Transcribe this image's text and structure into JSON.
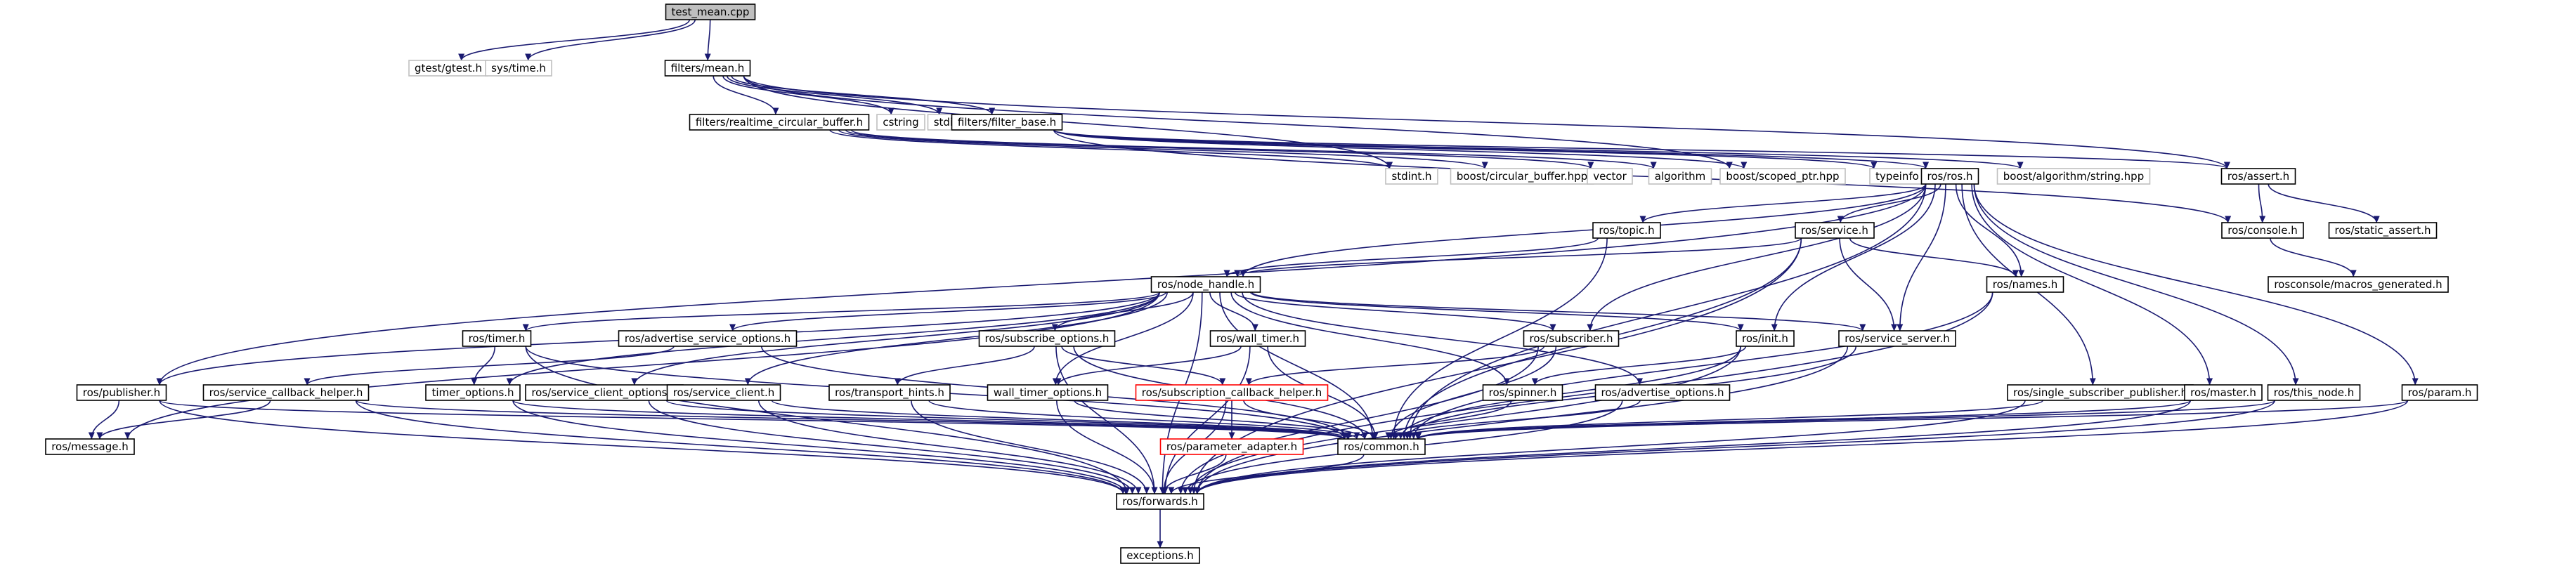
{
  "colors": {
    "edge": "#191970",
    "arrow_head": "#191970",
    "root_fill": "#bfbfbf",
    "node_fill": "#ffffff",
    "node_border": "#000000",
    "external_border": "#bfbfbf",
    "truncated_border": "#ff0000",
    "text": "#000000",
    "background": "#ffffff"
  },
  "graph": {
    "nodes": [
      {
        "id": "n_test_mean",
        "label": "test_mean.cpp",
        "kind": "root"
      },
      {
        "id": "n_gtest",
        "label": "gtest/gtest.h",
        "kind": "external"
      },
      {
        "id": "n_systime",
        "label": "sys/time.h",
        "kind": "external"
      },
      {
        "id": "n_mean",
        "label": "filters/mean.h",
        "kind": "normal"
      },
      {
        "id": "n_rtcb",
        "label": "filters/realtime_circular_buffer.h",
        "kind": "normal"
      },
      {
        "id": "n_cstring",
        "label": "cstring",
        "kind": "external"
      },
      {
        "id": "n_stdio",
        "label": "stdio.h",
        "kind": "external"
      },
      {
        "id": "n_filterbase",
        "label": "filters/filter_base.h",
        "kind": "normal"
      },
      {
        "id": "n_stdint",
        "label": "stdint.h",
        "kind": "external"
      },
      {
        "id": "n_boostcb",
        "label": "boost/circular_buffer.hpp",
        "kind": "external"
      },
      {
        "id": "n_vector",
        "label": "vector",
        "kind": "external"
      },
      {
        "id": "n_algorithm",
        "label": "algorithm",
        "kind": "external"
      },
      {
        "id": "n_boostsp",
        "label": "boost/scoped_ptr.hpp",
        "kind": "external"
      },
      {
        "id": "n_typeinfo",
        "label": "typeinfo",
        "kind": "external"
      },
      {
        "id": "n_ros",
        "label": "ros/ros.h",
        "kind": "normal"
      },
      {
        "id": "n_boostalgo",
        "label": "boost/algorithm/string.hpp",
        "kind": "external"
      },
      {
        "id": "n_assert",
        "label": "ros/assert.h",
        "kind": "normal"
      },
      {
        "id": "n_topic",
        "label": "ros/topic.h",
        "kind": "normal"
      },
      {
        "id": "n_service",
        "label": "ros/service.h",
        "kind": "normal"
      },
      {
        "id": "n_console",
        "label": "ros/console.h",
        "kind": "normal"
      },
      {
        "id": "n_staticassert",
        "label": "ros/static_assert.h",
        "kind": "normal"
      },
      {
        "id": "n_nodehandle",
        "label": "ros/node_handle.h",
        "kind": "normal"
      },
      {
        "id": "n_names",
        "label": "ros/names.h",
        "kind": "normal"
      },
      {
        "id": "n_macros",
        "label": "rosconsole/macros_generated.h",
        "kind": "normal"
      },
      {
        "id": "n_timer",
        "label": "ros/timer.h",
        "kind": "normal"
      },
      {
        "id": "n_adv_srv_opts",
        "label": "ros/advertise_service_options.h",
        "kind": "normal"
      },
      {
        "id": "n_sub_opts",
        "label": "ros/subscribe_options.h",
        "kind": "normal"
      },
      {
        "id": "n_wall_timer",
        "label": "ros/wall_timer.h",
        "kind": "normal"
      },
      {
        "id": "n_subscriber",
        "label": "ros/subscriber.h",
        "kind": "normal"
      },
      {
        "id": "n_init",
        "label": "ros/init.h",
        "kind": "normal"
      },
      {
        "id": "n_service_server",
        "label": "ros/service_server.h",
        "kind": "normal"
      },
      {
        "id": "n_publisher",
        "label": "ros/publisher.h",
        "kind": "normal"
      },
      {
        "id": "n_srv_cb_helper",
        "label": "ros/service_callback_helper.h",
        "kind": "normal"
      },
      {
        "id": "n_timer_opts",
        "label": "timer_options.h",
        "kind": "normal"
      },
      {
        "id": "n_srv_client_opts",
        "label": "ros/service_client_options.h",
        "kind": "normal"
      },
      {
        "id": "n_srv_client",
        "label": "ros/service_client.h",
        "kind": "normal"
      },
      {
        "id": "n_transport_hints",
        "label": "ros/transport_hints.h",
        "kind": "normal"
      },
      {
        "id": "n_wall_timer_opts",
        "label": "wall_timer_options.h",
        "kind": "normal"
      },
      {
        "id": "n_sub_cb_helper",
        "label": "ros/subscription_callback_helper.h",
        "kind": "truncated"
      },
      {
        "id": "n_spinner",
        "label": "ros/spinner.h",
        "kind": "normal"
      },
      {
        "id": "n_adv_opts",
        "label": "ros/advertise_options.h",
        "kind": "normal"
      },
      {
        "id": "n_single_sub_pub",
        "label": "ros/single_subscriber_publisher.h",
        "kind": "normal"
      },
      {
        "id": "n_master",
        "label": "ros/master.h",
        "kind": "normal"
      },
      {
        "id": "n_this_node",
        "label": "ros/this_node.h",
        "kind": "normal"
      },
      {
        "id": "n_param",
        "label": "ros/param.h",
        "kind": "normal"
      },
      {
        "id": "n_message",
        "label": "ros/message.h",
        "kind": "normal"
      },
      {
        "id": "n_param_adapter",
        "label": "ros/parameter_adapter.h",
        "kind": "truncated"
      },
      {
        "id": "n_common",
        "label": "ros/common.h",
        "kind": "normal"
      },
      {
        "id": "n_forwards",
        "label": "ros/forwards.h",
        "kind": "normal"
      },
      {
        "id": "n_exceptions",
        "label": "exceptions.h",
        "kind": "normal"
      }
    ],
    "edges": [
      {
        "from": "n_test_mean",
        "to": "n_gtest"
      },
      {
        "from": "n_test_mean",
        "to": "n_systime"
      },
      {
        "from": "n_test_mean",
        "to": "n_mean"
      },
      {
        "from": "n_mean",
        "to": "n_rtcb"
      },
      {
        "from": "n_mean",
        "to": "n_cstring"
      },
      {
        "from": "n_mean",
        "to": "n_stdio"
      },
      {
        "from": "n_mean",
        "to": "n_filterbase"
      },
      {
        "from": "n_mean",
        "to": "n_stdint"
      },
      {
        "from": "n_mean",
        "to": "n_boostsp"
      },
      {
        "from": "n_mean",
        "to": "n_assert"
      },
      {
        "from": "n_rtcb",
        "to": "n_stdint"
      },
      {
        "from": "n_rtcb",
        "to": "n_boostcb"
      },
      {
        "from": "n_rtcb",
        "to": "n_vector"
      },
      {
        "from": "n_rtcb",
        "to": "n_algorithm"
      },
      {
        "from": "n_filterbase",
        "to": "n_boostsp"
      },
      {
        "from": "n_filterbase",
        "to": "n_typeinfo"
      },
      {
        "from": "n_filterbase",
        "to": "n_ros"
      },
      {
        "from": "n_filterbase",
        "to": "n_boostalgo"
      },
      {
        "from": "n_filterbase",
        "to": "n_assert"
      },
      {
        "from": "n_filterbase",
        "to": "n_console"
      },
      {
        "from": "n_assert",
        "to": "n_console"
      },
      {
        "from": "n_assert",
        "to": "n_staticassert"
      },
      {
        "from": "n_console",
        "to": "n_macros"
      },
      {
        "from": "n_ros",
        "to": "n_topic"
      },
      {
        "from": "n_ros",
        "to": "n_service"
      },
      {
        "from": "n_ros",
        "to": "n_nodehandle"
      },
      {
        "from": "n_ros",
        "to": "n_publisher"
      },
      {
        "from": "n_ros",
        "to": "n_subscriber"
      },
      {
        "from": "n_ros",
        "to": "n_init"
      },
      {
        "from": "n_ros",
        "to": "n_service_server"
      },
      {
        "from": "n_ros",
        "to": "n_names"
      },
      {
        "from": "n_ros",
        "to": "n_single_sub_pub"
      },
      {
        "from": "n_ros",
        "to": "n_master"
      },
      {
        "from": "n_ros",
        "to": "n_this_node"
      },
      {
        "from": "n_ros",
        "to": "n_param"
      },
      {
        "from": "n_ros",
        "to": "n_common"
      },
      {
        "from": "n_topic",
        "to": "n_nodehandle"
      },
      {
        "from": "n_topic",
        "to": "n_common"
      },
      {
        "from": "n_service",
        "to": "n_nodehandle"
      },
      {
        "from": "n_service",
        "to": "n_names"
      },
      {
        "from": "n_service",
        "to": "n_service_server"
      },
      {
        "from": "n_service",
        "to": "n_common"
      },
      {
        "from": "n_service",
        "to": "n_forwards"
      },
      {
        "from": "n_names",
        "to": "n_common"
      },
      {
        "from": "n_names",
        "to": "n_forwards"
      },
      {
        "from": "n_nodehandle",
        "to": "n_timer"
      },
      {
        "from": "n_nodehandle",
        "to": "n_adv_srv_opts"
      },
      {
        "from": "n_nodehandle",
        "to": "n_sub_opts"
      },
      {
        "from": "n_nodehandle",
        "to": "n_wall_timer"
      },
      {
        "from": "n_nodehandle",
        "to": "n_subscriber"
      },
      {
        "from": "n_nodehandle",
        "to": "n_init"
      },
      {
        "from": "n_nodehandle",
        "to": "n_service_server"
      },
      {
        "from": "n_nodehandle",
        "to": "n_publisher"
      },
      {
        "from": "n_nodehandle",
        "to": "n_srv_client_opts"
      },
      {
        "from": "n_nodehandle",
        "to": "n_srv_client"
      },
      {
        "from": "n_nodehandle",
        "to": "n_wall_timer_opts"
      },
      {
        "from": "n_nodehandle",
        "to": "n_spinner"
      },
      {
        "from": "n_nodehandle",
        "to": "n_adv_opts"
      },
      {
        "from": "n_nodehandle",
        "to": "n_common"
      },
      {
        "from": "n_nodehandle",
        "to": "n_forwards"
      },
      {
        "from": "n_nodehandle",
        "to": "n_message"
      },
      {
        "from": "n_nodehandle",
        "to": "n_timer_opts"
      },
      {
        "from": "n_timer",
        "to": "n_timer_opts"
      },
      {
        "from": "n_timer",
        "to": "n_common"
      },
      {
        "from": "n_timer",
        "to": "n_forwards"
      },
      {
        "from": "n_adv_srv_opts",
        "to": "n_srv_cb_helper"
      },
      {
        "from": "n_adv_srv_opts",
        "to": "n_common"
      },
      {
        "from": "n_sub_opts",
        "to": "n_transport_hints"
      },
      {
        "from": "n_sub_opts",
        "to": "n_sub_cb_helper"
      },
      {
        "from": "n_sub_opts",
        "to": "n_common"
      },
      {
        "from": "n_sub_opts",
        "to": "n_forwards"
      },
      {
        "from": "n_wall_timer",
        "to": "n_wall_timer_opts"
      },
      {
        "from": "n_wall_timer",
        "to": "n_common"
      },
      {
        "from": "n_wall_timer",
        "to": "n_forwards"
      },
      {
        "from": "n_subscriber",
        "to": "n_sub_cb_helper"
      },
      {
        "from": "n_subscriber",
        "to": "n_common"
      },
      {
        "from": "n_subscriber",
        "to": "n_forwards"
      },
      {
        "from": "n_init",
        "to": "n_spinner"
      },
      {
        "from": "n_init",
        "to": "n_common"
      },
      {
        "from": "n_init",
        "to": "n_forwards"
      },
      {
        "from": "n_service_server",
        "to": "n_common"
      },
      {
        "from": "n_service_server",
        "to": "n_forwards"
      },
      {
        "from": "n_publisher",
        "to": "n_message"
      },
      {
        "from": "n_publisher",
        "to": "n_common"
      },
      {
        "from": "n_publisher",
        "to": "n_forwards"
      },
      {
        "from": "n_srv_cb_helper",
        "to": "n_message"
      },
      {
        "from": "n_srv_cb_helper",
        "to": "n_common"
      },
      {
        "from": "n_srv_cb_helper",
        "to": "n_forwards"
      },
      {
        "from": "n_timer_opts",
        "to": "n_common"
      },
      {
        "from": "n_timer_opts",
        "to": "n_forwards"
      },
      {
        "from": "n_srv_client_opts",
        "to": "n_common"
      },
      {
        "from": "n_srv_client_opts",
        "to": "n_forwards"
      },
      {
        "from": "n_srv_client",
        "to": "n_common"
      },
      {
        "from": "n_srv_client",
        "to": "n_forwards"
      },
      {
        "from": "n_transport_hints",
        "to": "n_common"
      },
      {
        "from": "n_transport_hints",
        "to": "n_forwards"
      },
      {
        "from": "n_wall_timer_opts",
        "to": "n_common"
      },
      {
        "from": "n_wall_timer_opts",
        "to": "n_forwards"
      },
      {
        "from": "n_sub_cb_helper",
        "to": "n_param_adapter"
      },
      {
        "from": "n_sub_cb_helper",
        "to": "n_common"
      },
      {
        "from": "n_sub_cb_helper",
        "to": "n_forwards"
      },
      {
        "from": "n_param_adapter",
        "to": "n_forwards"
      },
      {
        "from": "n_spinner",
        "to": "n_common"
      },
      {
        "from": "n_adv_opts",
        "to": "n_common"
      },
      {
        "from": "n_adv_opts",
        "to": "n_forwards"
      },
      {
        "from": "n_single_sub_pub",
        "to": "n_common"
      },
      {
        "from": "n_single_sub_pub",
        "to": "n_forwards"
      },
      {
        "from": "n_master",
        "to": "n_common"
      },
      {
        "from": "n_master",
        "to": "n_forwards"
      },
      {
        "from": "n_this_node",
        "to": "n_common"
      },
      {
        "from": "n_this_node",
        "to": "n_forwards"
      },
      {
        "from": "n_param",
        "to": "n_common"
      },
      {
        "from": "n_param",
        "to": "n_forwards"
      },
      {
        "from": "n_common",
        "to": "n_forwards"
      },
      {
        "from": "n_forwards",
        "to": "n_exceptions"
      }
    ]
  }
}
